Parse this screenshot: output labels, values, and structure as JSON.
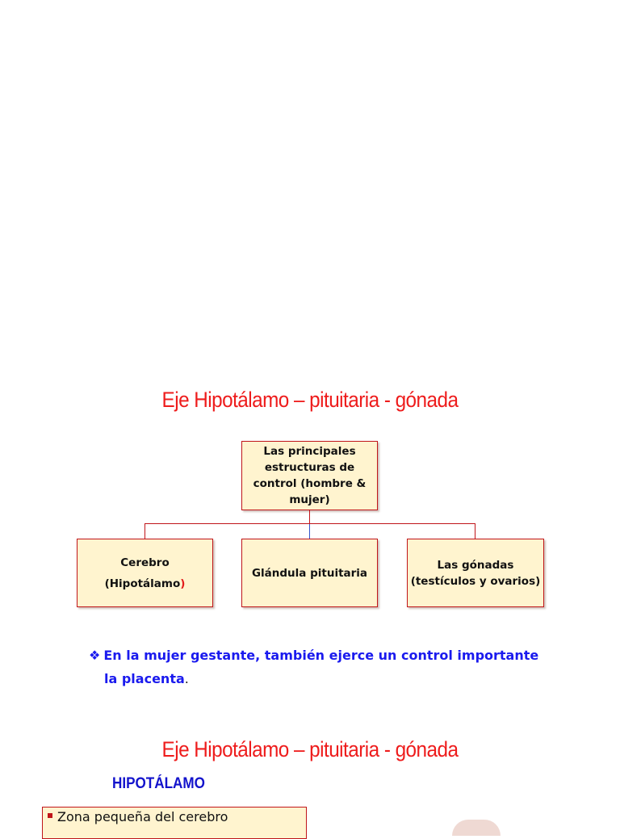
{
  "slide1": {
    "title": "Eje Hipotálamo – pituitaria - gónada",
    "root_box": "Las principales estructuras de control (hombre & mujer)",
    "children": [
      {
        "line1": "Cerebro",
        "line2": "(Hipotálamo",
        "line2_close": ")"
      },
      {
        "line1": "Glándula pituitaria"
      },
      {
        "line1": "Las gónadas",
        "line2": "(testículos y ovarios)"
      }
    ],
    "note": {
      "bullet": "❖",
      "line1": "En la mujer gestante, también ejerce un control importante",
      "line2": "la placenta",
      "line2_end": "."
    }
  },
  "slide2": {
    "title": "Eje Hipotálamo – pituitaria - gónada",
    "subheading": "HIPOTÁLAMO",
    "info_item": "Zona pequeña del cerebro"
  },
  "colors": {
    "title_red": "#ee1c1c",
    "box_fill": "#fff4cf",
    "box_border": "#c0151a",
    "note_blue": "#1a1aee",
    "subheading_blue": "#1313cc"
  }
}
